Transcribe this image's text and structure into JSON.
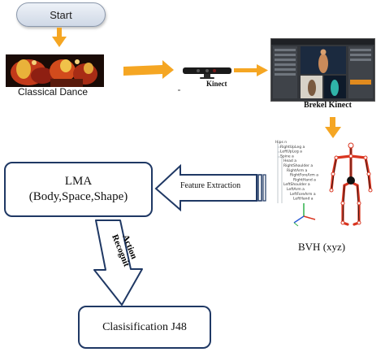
{
  "start": {
    "label": "Start"
  },
  "captions": {
    "dance": "Classical Dance",
    "kinect": "Kinect",
    "brekel": "Brekel Kinect",
    "bvh": "BVH (xyz)"
  },
  "lma": {
    "line1": "LMA",
    "line2": "(Body,Space,Shape)"
  },
  "feature_extraction": "Feature Extraction",
  "action_recognition": {
    "line1": "Action",
    "line2": "Recognit"
  },
  "classifier": "Clasisification J48",
  "bvh_hierarchy": [
    "Hips n",
    "RightUpLeg a",
    "LeftUpLeg a",
    "Spine a",
    "Head a",
    "RightShoulder a",
    "RightArm a",
    "RightForeArm a",
    "RightHand a",
    "LeftShoulder a",
    "LeftArm a",
    "LeftForeArm a",
    "LeftHand a"
  ],
  "colors": {
    "arrow_orange": "#f5a623",
    "box_border": "#1f3864",
    "joint_red": "#d9341f"
  }
}
